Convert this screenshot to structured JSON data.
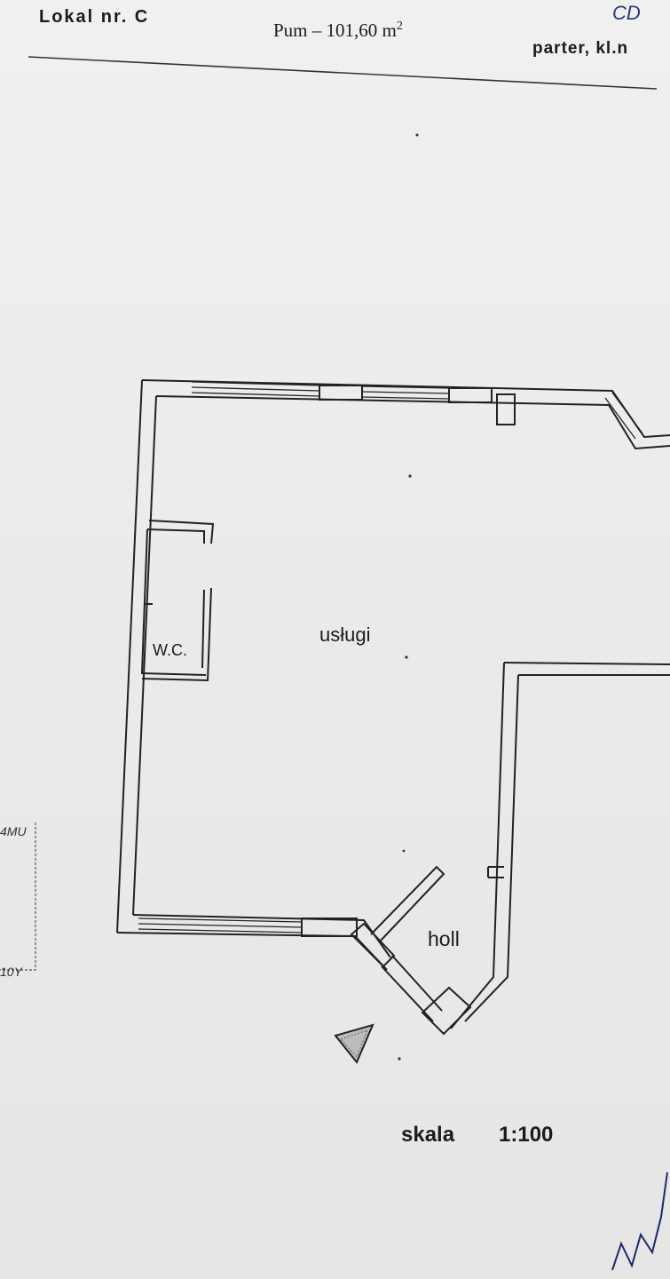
{
  "header": {
    "unit_label": "Lokal nr. C",
    "area_label": "Pum – 101,60 m",
    "area_exponent": "2",
    "floor_label": "parter, kl.n",
    "handwritten_note": "CD"
  },
  "rooms": {
    "main_room": "usługi",
    "toilet": "W.C.",
    "hall": "holl"
  },
  "scale": {
    "label": "skala",
    "ratio": "1:100"
  },
  "margin_marks": {
    "left_top": "4MU",
    "left_bottom": "10Y"
  }
}
